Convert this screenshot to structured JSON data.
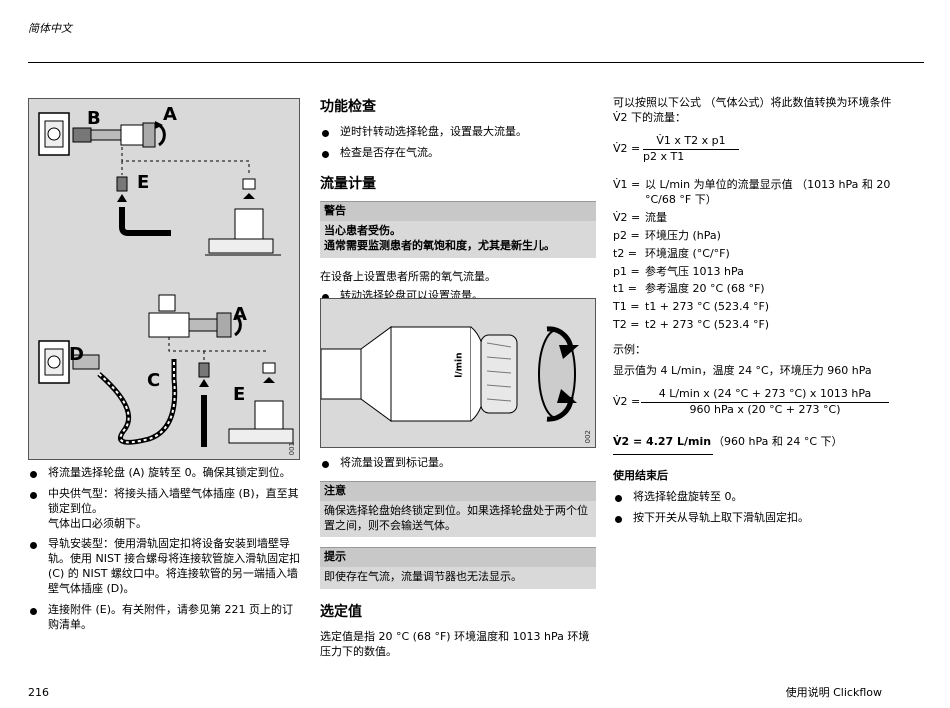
{
  "header": {
    "language": "简体中文"
  },
  "footer": {
    "page_number": "216",
    "manual_title": "使用说明 Clickflow"
  },
  "figure_left": {
    "labels": {
      "a1": "A",
      "b": "B",
      "e1": "E",
      "a2": "A",
      "d": "D",
      "c": "C",
      "e2": "E"
    },
    "code": "001"
  },
  "figure_mid": {
    "knob_label": "l/min",
    "code": "002"
  },
  "col1": {
    "bullets": [
      "将流量选择轮盘 (A) 旋转至 0。确保其锁定到位。",
      "中央供气型：将接头插入墙壁气体插座 (B)，直至其锁定到位。\n气体出口必须朝下。",
      "导轨安装型：使用滑轨固定扣将设备安装到墙壁导轨。使用 NIST 接合螺母将连接软管旋入滑轨固定扣 (C) 的 NIST 螺纹口中。将连接软管的另一端插入墙壁气体插座 (D)。",
      "连接附件 (E)。有关附件，请参见第 221 页上的订购清单。"
    ]
  },
  "col2": {
    "function_check_title": "功能检查",
    "function_check_items": [
      "逆时针转动选择轮盘，设置最大流量。",
      "检查是否存在气流。"
    ],
    "flow_title": "流量计量",
    "warning_title": "警告",
    "warning_line1": "当心患者受伤。",
    "warning_line2": "通常需要监测患者的氧饱和度，尤其是新生儿。",
    "flow_text": "在设备上设置患者所需的氧气流量。",
    "flow_item": "转动选择轮盘可以设置流量。",
    "set_item": "将流量设置到标记量。",
    "note_title": "注意",
    "note_body": "确保选择轮盘始终锁定到位。如果选择轮盘处于两个位置之间，则不会输送气体。",
    "tip_title": "提示",
    "tip_body": "即使存在气流，流量调节器也无法显示。",
    "set_value_title": "选定值",
    "set_value_text": "选定值是指 20 °C (68 °F) 环境温度和 1013 hPa 环境压力下的数值。"
  },
  "col3": {
    "intro": "可以按照以下公式 （气体公式）将此数值转换为环境条件 V̇2 下的流量：",
    "formula_lhs": "V̇2 =",
    "formula_num": "V̇1 x T2 x p1",
    "formula_den": "p2 x T1",
    "legend": [
      {
        "sym": "V̇1 =",
        "desc": "以 L/min 为单位的流量显示值 （1013 hPa 和 20 °C/68 °F 下）"
      },
      {
        "sym": "V̇2 =",
        "desc": "流量"
      },
      {
        "sym": "p2 =",
        "desc": "环境压力 (hPa)"
      },
      {
        "sym": "t2 =",
        "desc": "环境温度 (°C/°F)"
      },
      {
        "sym": "p1 =",
        "desc": "参考气压 1013 hPa"
      },
      {
        "sym": "t1 =",
        "desc": "参考温度 20 °C (68 °F)"
      },
      {
        "sym": "T1 =",
        "desc": "t1 + 273 °C (523.4 °F)"
      },
      {
        "sym": "T2 =",
        "desc": "t2 + 273 °C (523.4 °F)"
      }
    ],
    "example_title": "示例：",
    "example_text": "显示值为 4 L/min，温度 24 °C，环境压力 960 hPa",
    "ex_lhs": "V̇2 =",
    "ex_num": "4 L/min x (24 °C + 273 °C) x 1013 hPa",
    "ex_den": "960 hPa x (20 °C + 273 °C)",
    "result": "V̇2 = 4.27 L/min",
    "result_cond": "（960 hPa 和 24 °C 下）",
    "end_title": "使用结束后",
    "end_items": [
      "将选择轮盘旋转至 0。",
      "按下开关从导轨上取下滑轨固定扣。"
    ]
  },
  "colors": {
    "figure_bg": "#d9d9d9",
    "box_bg": "#d9d9d9"
  }
}
